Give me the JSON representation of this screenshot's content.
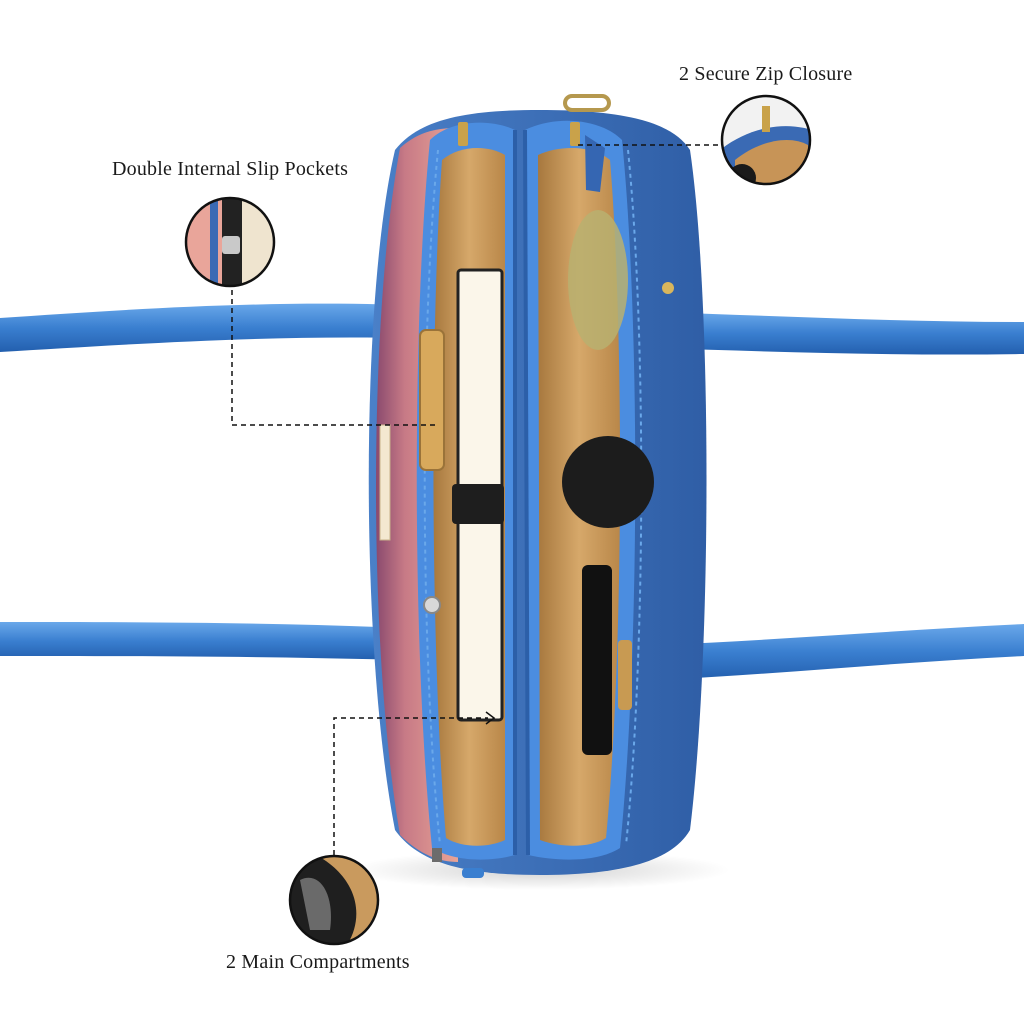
{
  "callouts": {
    "zip_closure": {
      "label": "2 Secure Zip Closure"
    },
    "slip_pockets": {
      "label": "Double Internal Slip Pockets"
    },
    "main_compartments": {
      "label": "2 Main Compartments"
    }
  },
  "colors": {
    "strap": "#3a7fd0",
    "bag_blue": "#3d6fb8",
    "bag_pink": "#e49a8e",
    "bag_plum": "#8a4a6e",
    "zip_trim": "#4b8de0",
    "lining": "#c99a5e",
    "guide_line": "#111111"
  }
}
